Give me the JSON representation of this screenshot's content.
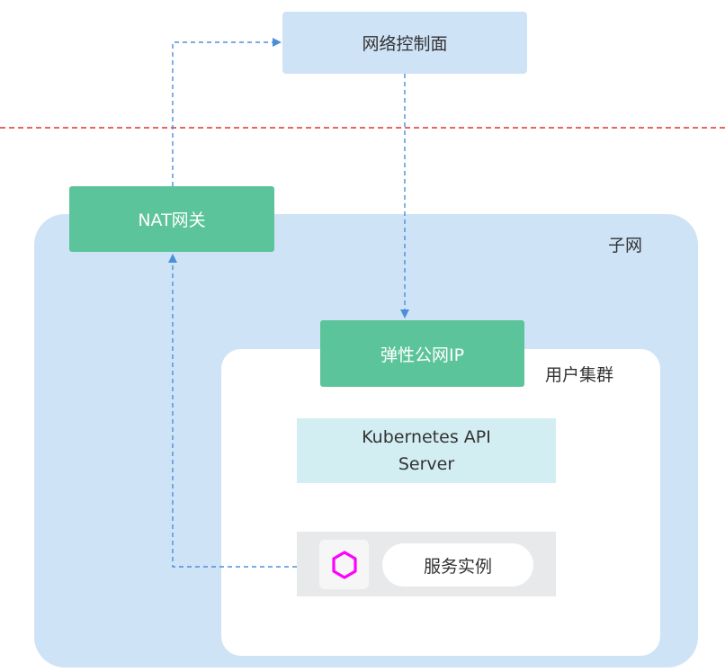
{
  "nodes": {
    "network_control": "网络控制面",
    "nat_gateway": "NAT网关",
    "subnet": "子网",
    "elastic_ip": "弹性公网IP",
    "user_cluster": "用户集群",
    "k8s_api_line1": "Kubernetes API",
    "k8s_api_line2": "Server",
    "service_instance": "服务实例"
  },
  "icons": {
    "service": "hexagon-icon"
  },
  "colors": {
    "control_plane_bg": "#cfe3f7",
    "subnet_bg": "#cfe3f7",
    "gateway_green": "#5cc49b",
    "k8s_bg": "#d2eef2",
    "service_panel_bg": "#e8e9eb",
    "arrow_blue": "#4a90d9",
    "boundary_red": "#e8302c",
    "hexagon_magenta": "#ff00ff"
  }
}
